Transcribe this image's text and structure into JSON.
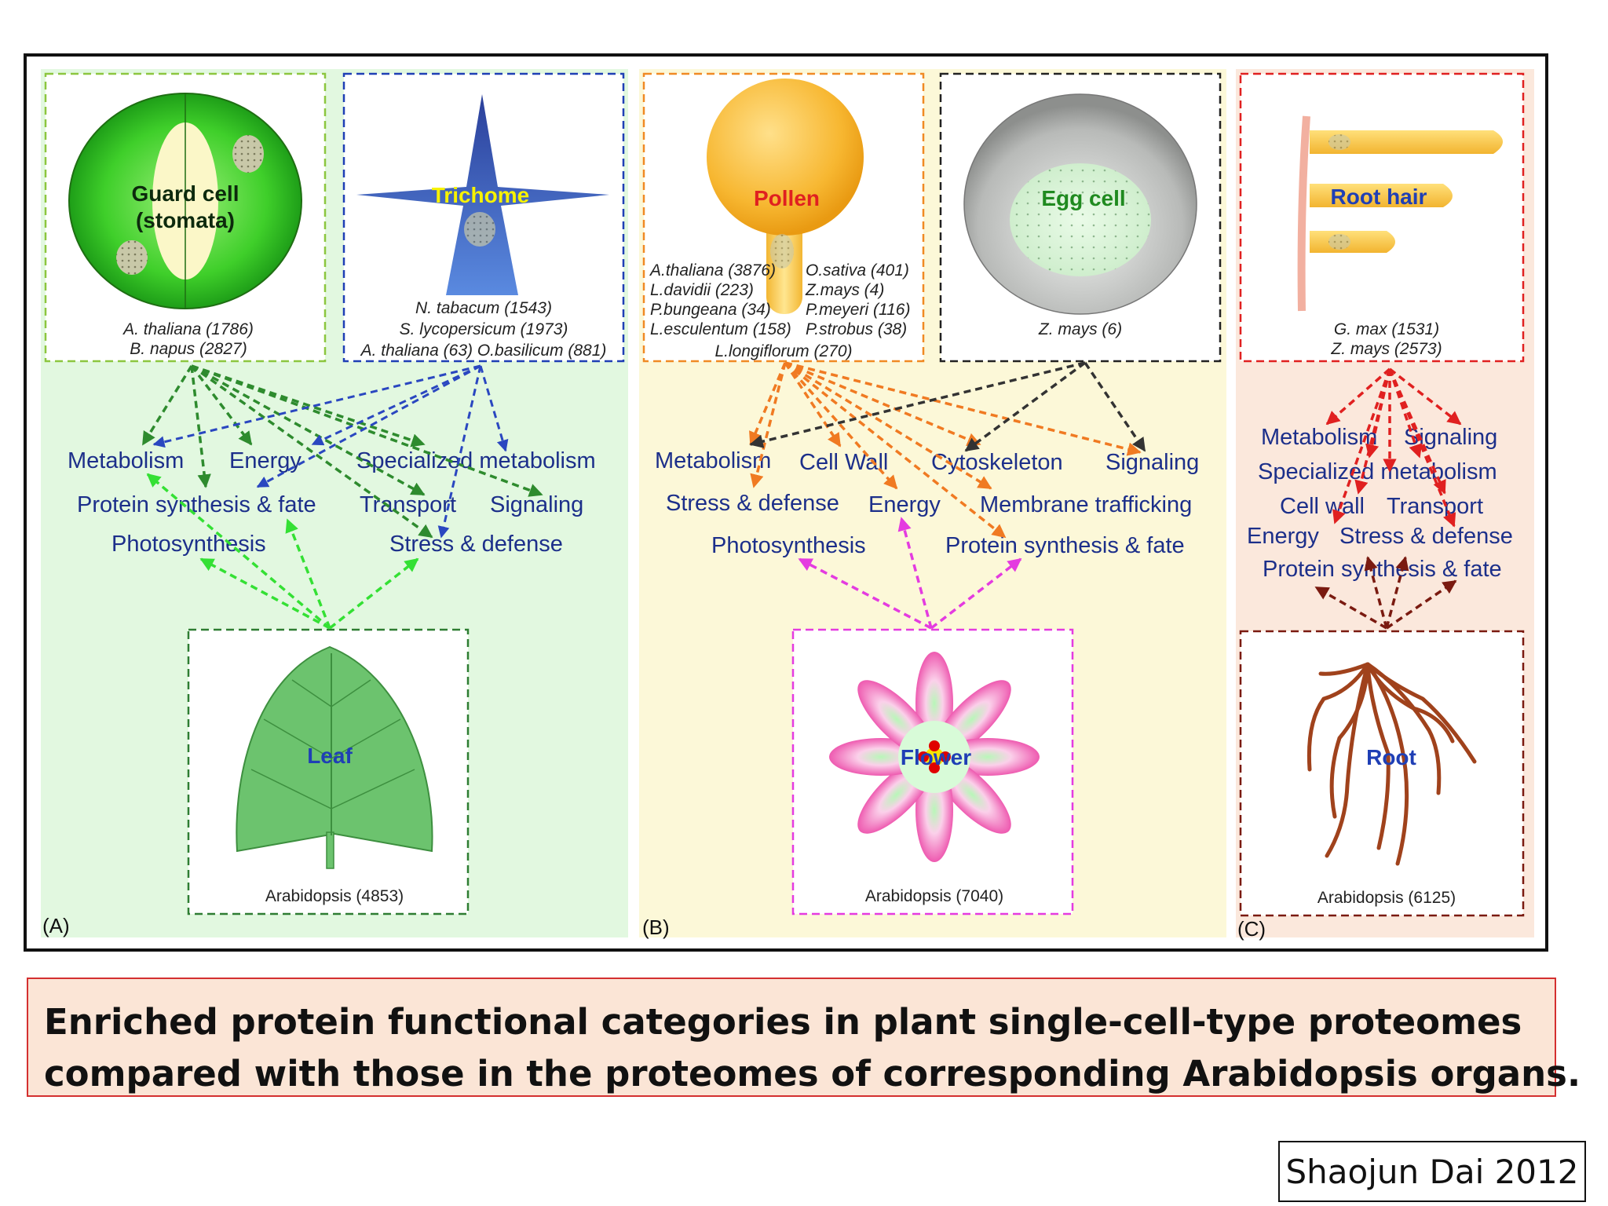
{
  "figure": {
    "panels": [
      {
        "label": "(A)",
        "background": "#e2f8e0"
      },
      {
        "label": "(B)",
        "background": "#fcf8d8"
      },
      {
        "label": "(C)",
        "background": "#fbe8dc"
      }
    ],
    "cells": {
      "guard_cell": {
        "label_line1": "Guard cell",
        "label_line2": "(stomata)",
        "species": [
          "A. thaliana (1786)",
          "B. napus (2827)"
        ],
        "border_color": "#8cc63f"
      },
      "trichome": {
        "label": "Trichome",
        "species": [
          "N. tabacum (1543)",
          "S. lycopersicum (1973)",
          "A. thaliana  (63) O.basilicum (881)"
        ],
        "border_color": "#1f3fb5"
      },
      "leaf": {
        "label": "Leaf",
        "species": [
          "Arabidopsis (4853)"
        ],
        "border_color": "#2e7d32"
      },
      "pollen": {
        "label": "Pollen",
        "species_left": [
          "A.thaliana (3876)",
          "L.davidii (223)",
          "P.bungeana (34)",
          "L.esculentum (158)"
        ],
        "species_right": [
          "O.sativa (401)",
          "Z.mays (4)",
          "P.meyeri (116)",
          "P.strobus (38)"
        ],
        "species_bottom": "L.longiflorum (270)",
        "border_color": "#f08a24"
      },
      "egg_cell": {
        "label": "Egg cell",
        "species": [
          "Z. mays (6)"
        ],
        "border_color": "#222222"
      },
      "flower": {
        "label": "Flower",
        "species": [
          "Arabidopsis (7040)"
        ],
        "border_color": "#e43be0"
      },
      "root_hair": {
        "label": "Root hair",
        "species": [
          "G. max  (1531)",
          "Z. mays  (2573)"
        ],
        "border_color": "#e02020"
      },
      "root": {
        "label": "Root",
        "species": [
          "Arabidopsis (6125)"
        ],
        "border_color": "#7a1a10"
      }
    },
    "categories_a": [
      "Metabolism",
      "Energy",
      "Specialized metabolism",
      "Protein synthesis & fate",
      "Transport",
      "Signaling",
      "Photosynthesis",
      "Stress & defense"
    ],
    "categories_b": [
      "Metabolism",
      "Cell Wall",
      "Cytoskeleton",
      "Signaling",
      "Stress & defense",
      "Energy",
      "Membrane trafficking",
      "Photosynthesis",
      "Protein synthesis & fate"
    ],
    "categories_c": [
      "Metabolism",
      "Signaling",
      "Specialized metabolism",
      "Cell wall",
      "Transport",
      "Energy",
      "Stress & defense",
      "Protein synthesis & fate"
    ],
    "category_color": "#1c2f8a"
  },
  "caption": {
    "line1": "Enriched protein functional categories in plant single-cell-type proteomes",
    "line2": "compared with those in the proteomes of  corresponding Arabidopsis organs."
  },
  "credit": "Shaojun Dai 2012"
}
